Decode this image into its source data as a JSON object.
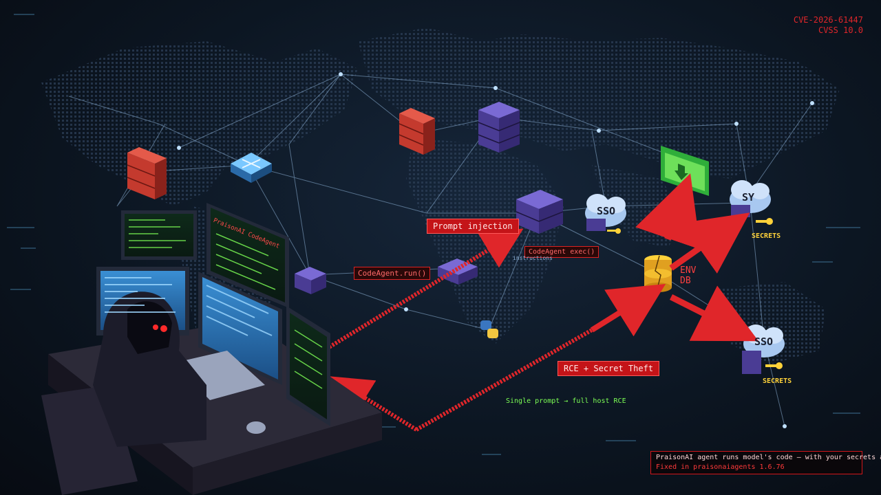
{
  "cve": {
    "id": "CVE-2026-61447",
    "score": "CVSS 10.0"
  },
  "labels": {
    "prompt_injection": "Prompt injection",
    "codeagent_call": "CodeAgent.run()",
    "codeagent_exec": "CodeAgent exec()",
    "rce_secret_theft": "RCE + Secret Theft",
    "single_prompt": "Single prompt → full host RCE",
    "small_caption": "instructions",
    "env_db": "ENV\nDB"
  },
  "icons": {
    "sso_primary": "SSO",
    "sso_secondary": "SSO",
    "sso_top_right": "SY",
    "secrets_1": "SECRETS",
    "secrets_2": "SECRETS"
  },
  "monitor": {
    "title": "PraisonAI CodeAgent"
  },
  "footer": {
    "line1": "PraisonAI agent runs model's code — with your secrets attached.",
    "line2": "Fixed in praisonaiagents 1.6.76"
  },
  "colors": {
    "attack_red": "#e0262a",
    "network_line": "#8fb4d9",
    "server_purple": "#5a4a9c",
    "firewall_red": "#c43a2e",
    "terminal_green": "#7dff55",
    "neon_yellow": "#ffd23a"
  }
}
